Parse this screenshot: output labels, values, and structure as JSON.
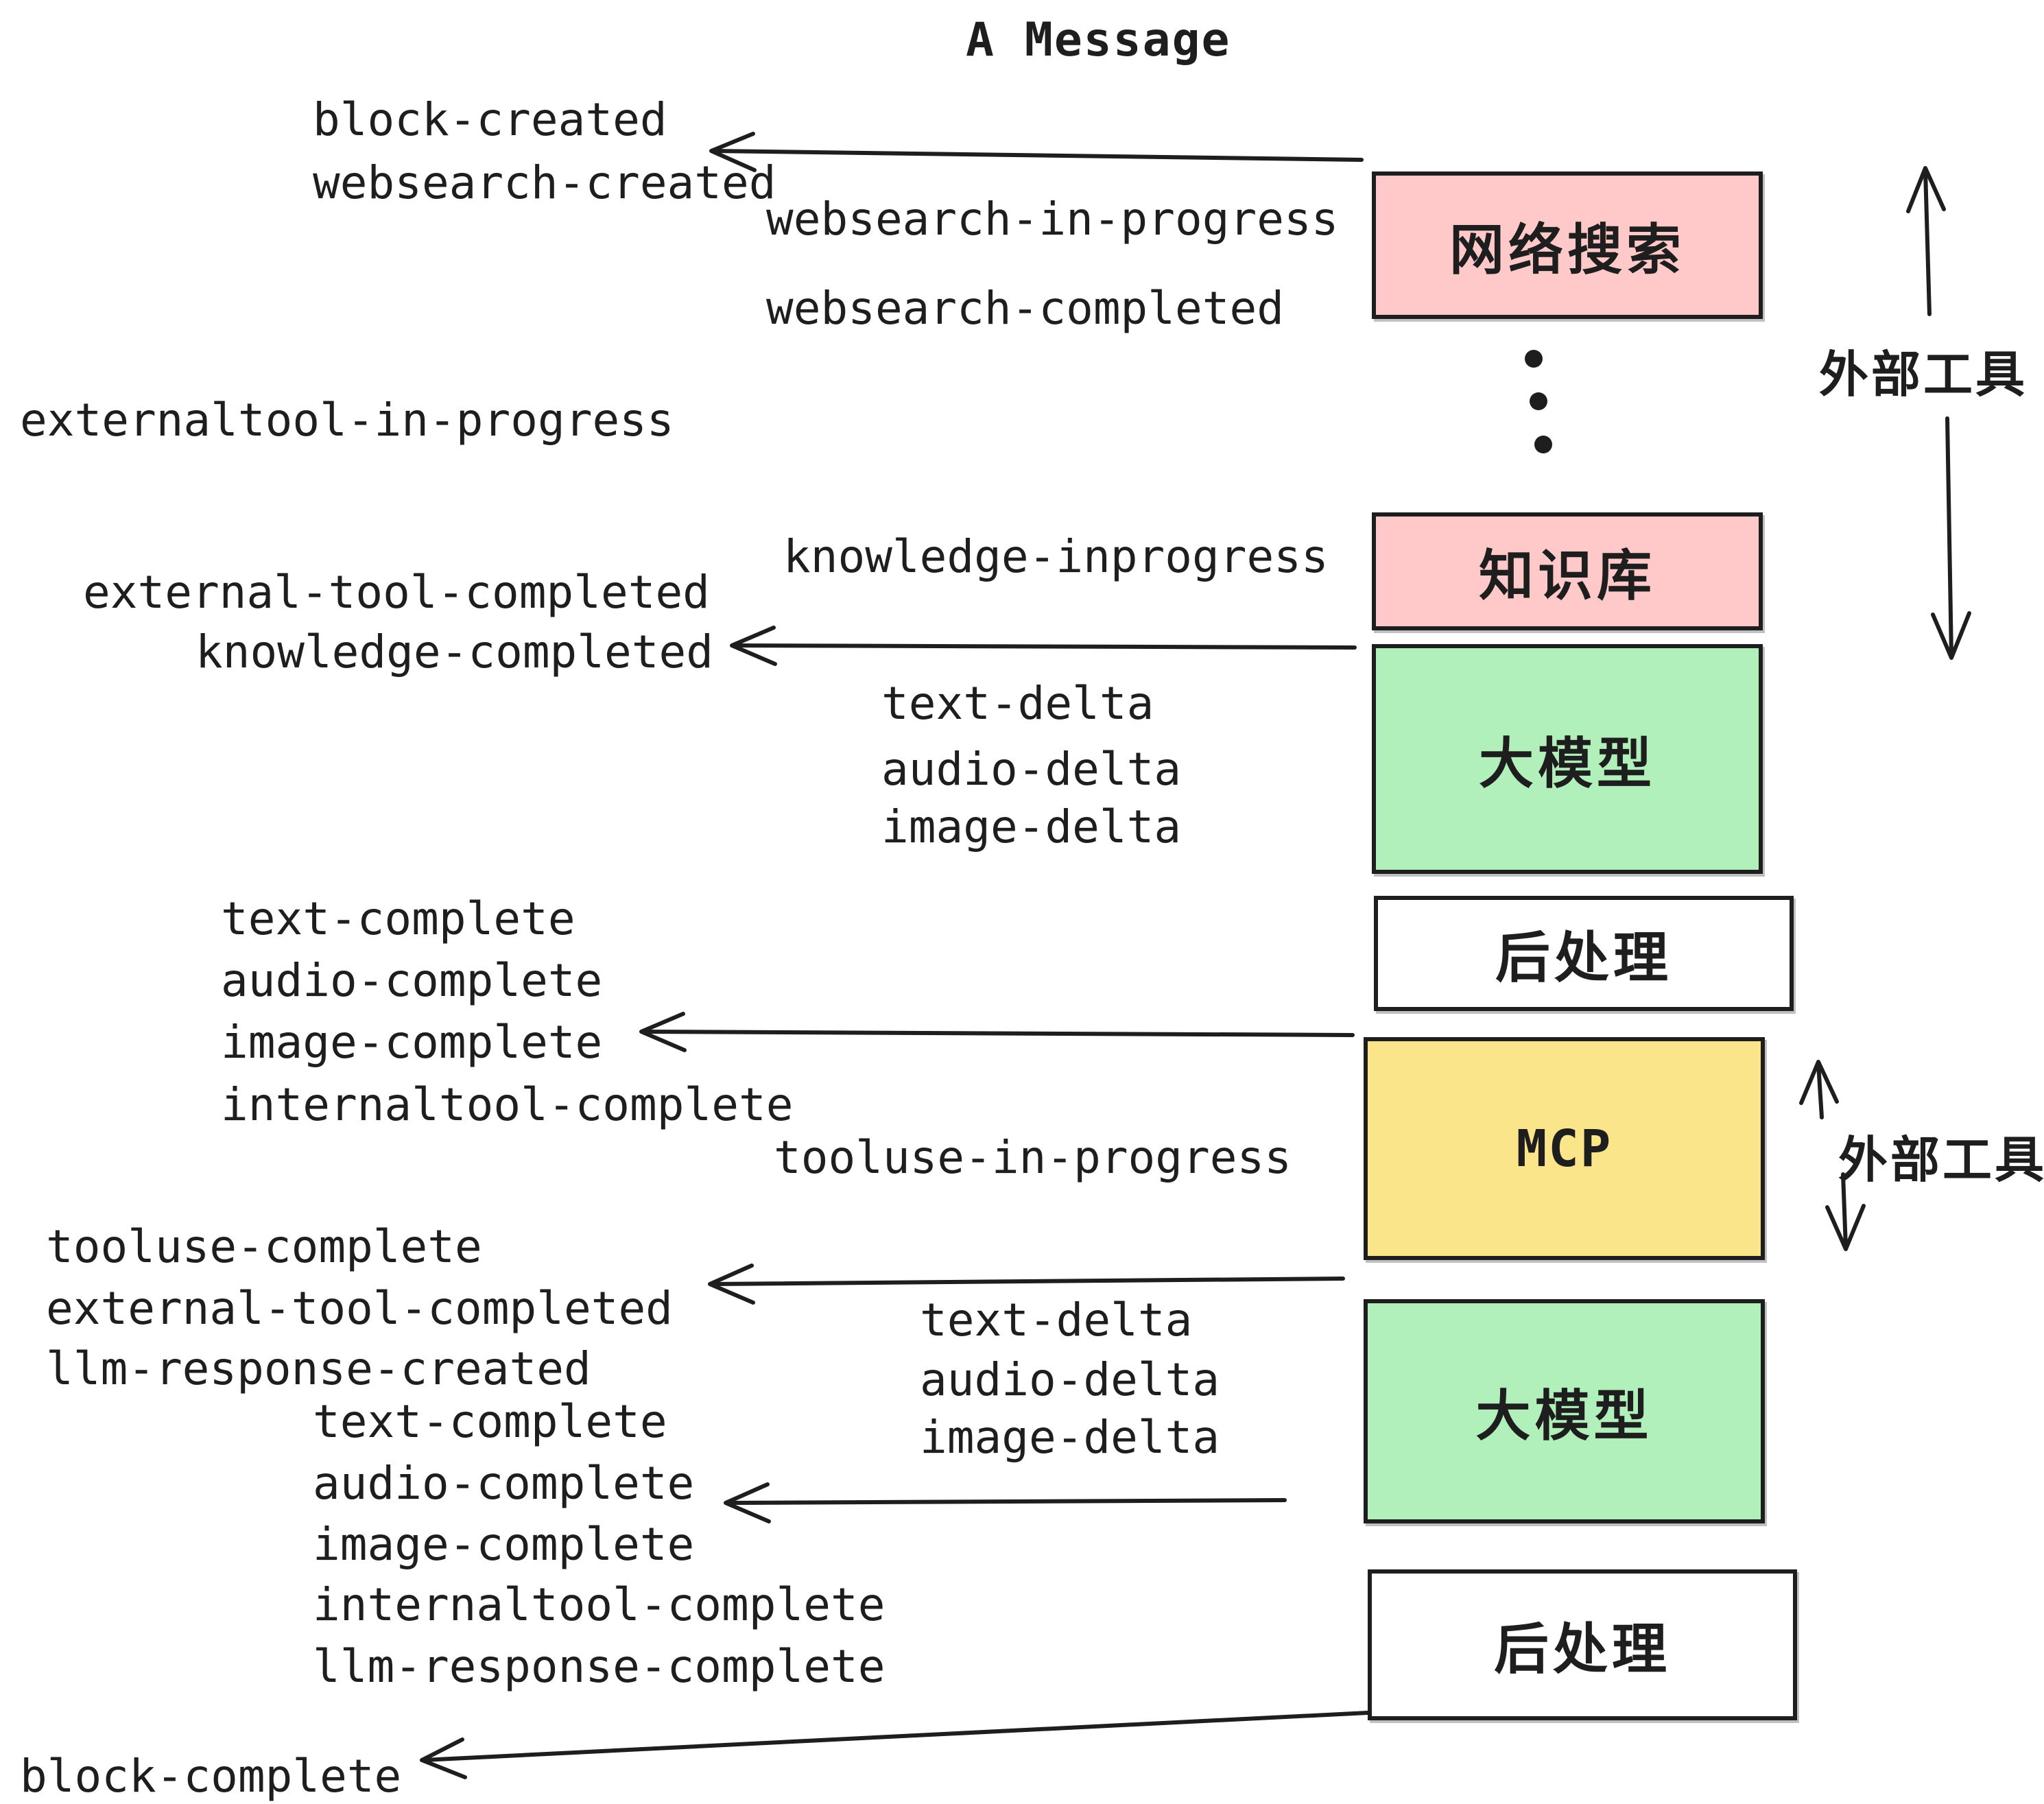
{
  "title": "A Message",
  "colors": {
    "pink": "#ffc9c9",
    "green": "#b2f0bb",
    "yellow": "#fbe58b",
    "white": "#ffffff",
    "stroke": "#1e1e1e"
  },
  "boxes": [
    {
      "id": "websearch",
      "label": "网络搜索",
      "color": "pink"
    },
    {
      "id": "knowledge",
      "label": "知识库",
      "color": "pink"
    },
    {
      "id": "llm1",
      "label": "大模型",
      "color": "green"
    },
    {
      "id": "post1",
      "label": "后处理",
      "color": "white"
    },
    {
      "id": "mcp",
      "label": "MCP",
      "color": "yellow"
    },
    {
      "id": "llm2",
      "label": "大模型",
      "color": "green"
    },
    {
      "id": "post2",
      "label": "后处理",
      "color": "white"
    }
  ],
  "side_labels": [
    {
      "label": "外部工具"
    },
    {
      "label": "外部工具"
    }
  ],
  "events": {
    "block_created": "block-created",
    "websearch_created": "websearch-created",
    "websearch_in_progress": "websearch-in-progress",
    "websearch_completed": "websearch-completed",
    "externaltool_in_progress": "externaltool-in-progress",
    "knowledge_inprogress": "knowledge-inprogress",
    "external_tool_completed_1": "external-tool-completed",
    "knowledge_completed": "knowledge-completed",
    "text_delta_1": "text-delta",
    "audio_delta_1": "audio-delta",
    "image_delta_1": "image-delta",
    "text_complete_1": "text-complete",
    "audio_complete_1": "audio-complete",
    "image_complete_1": "image-complete",
    "internaltool_complete_1": "internaltool-complete",
    "tooluse_in_progress": "tooluse-in-progress",
    "tooluse_complete": "tooluse-complete",
    "external_tool_completed_2": "external-tool-completed",
    "llm_response_created": "llm-response-created",
    "text_delta_2": "text-delta",
    "audio_delta_2": "audio-delta",
    "image_delta_2": "image-delta",
    "text_complete_2": "text-complete",
    "audio_complete_2": "audio-complete",
    "image_complete_2": "image-complete",
    "internaltool_complete_2": "internaltool-complete",
    "llm_response_complete": "llm-response-complete",
    "block_complete": "block-complete"
  }
}
